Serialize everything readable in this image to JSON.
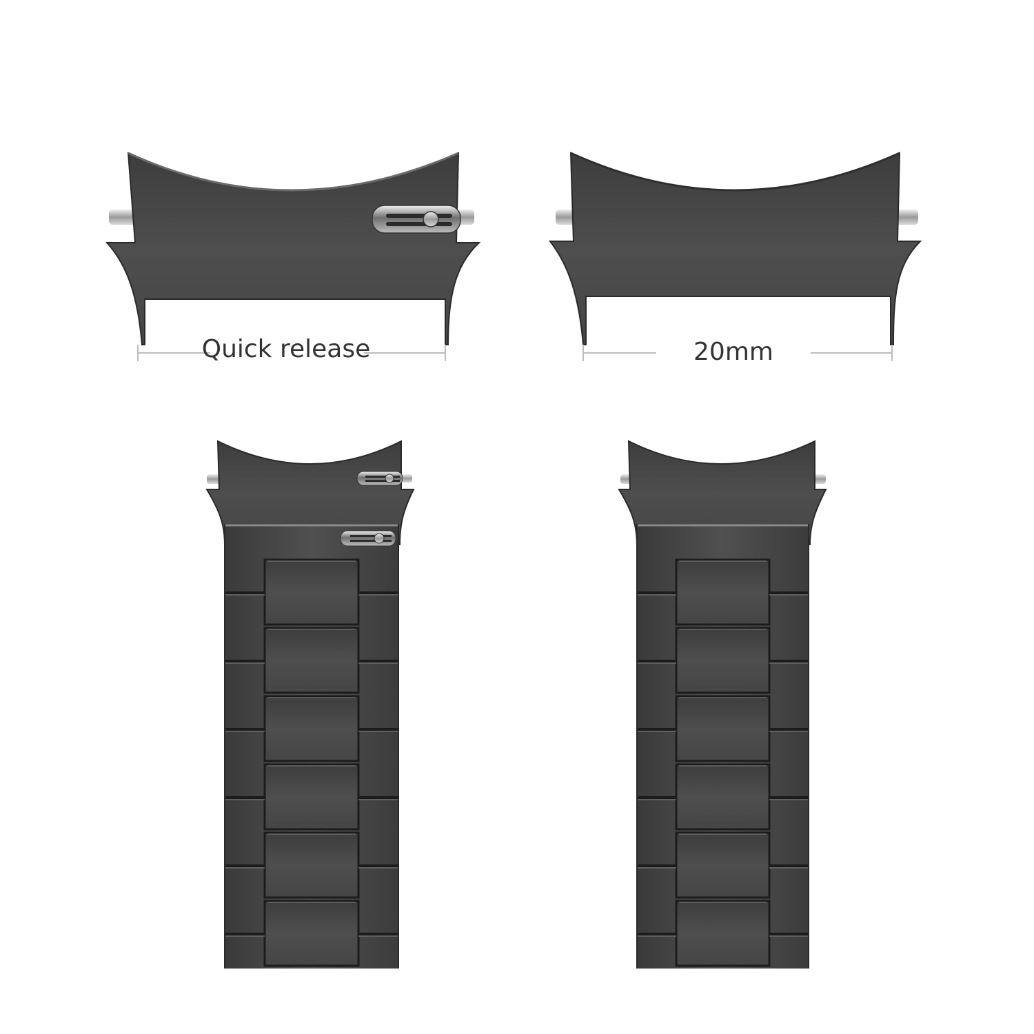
{
  "labels": {
    "quick_release": "Quick release",
    "width": "20mm"
  },
  "colors": {
    "metal_dark": "#4b4b4b",
    "metal_edge": "#1e1e1e",
    "pin_silver": "#c8c8c8",
    "dimension_line": "#bdbdbd",
    "background": "#ffffff"
  },
  "icons": {
    "connector_quick_release": "watch-band-connector-with-quick-release-lever",
    "connector_plain": "watch-band-connector-plain",
    "band_quick_release": "link-bracelet-with-quick-release-pins",
    "band_plain": "link-bracelet-plain"
  }
}
